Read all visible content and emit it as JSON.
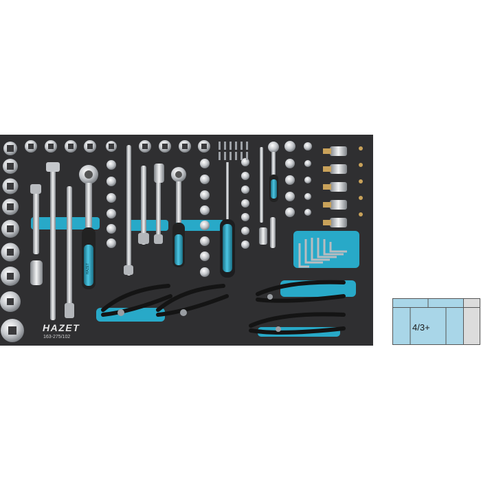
{
  "tray": {
    "brand": "HAZET",
    "part_number": "163-275/102",
    "colors": {
      "foam": "#2f2f31",
      "accent": "#28a9c8",
      "chrome": "#c9ccd0"
    },
    "handle_logo": "HAZET"
  },
  "module_diagram": {
    "label": "4/3+",
    "colors": {
      "highlight": "#a9d6e8",
      "empty": "#dcdcdc",
      "border": "#555555"
    }
  }
}
